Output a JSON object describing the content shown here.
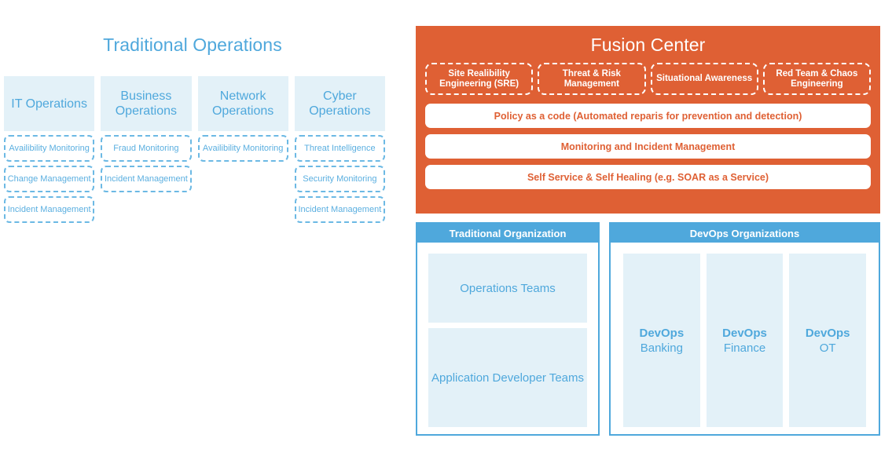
{
  "traditional_operations": {
    "title": "Traditional Operations",
    "columns": [
      {
        "header": "IT Operations",
        "subitems": [
          "Availibility Monitoring",
          "Change Management",
          "Incident Management"
        ]
      },
      {
        "header": "Business Operations",
        "subitems": [
          "Fraud Monitoring",
          "Incident Management"
        ]
      },
      {
        "header": "Network Operations",
        "subitems": [
          "Availibility Monitoring"
        ]
      },
      {
        "header": "Cyber Operations",
        "subitems": [
          "Threat Intelligence",
          "Security Monitoring",
          "Incident Management"
        ]
      }
    ]
  },
  "fusion_center": {
    "title": "Fusion Center",
    "pillars": [
      "Site Realibility Engineering (SRE)",
      "Threat & Risk Management",
      "Situational Awareness",
      "Red Team & Chaos Engineering"
    ],
    "bars": [
      "Policy as a code (Automated reparis for prevention and detection)",
      "Monitoring and Incident Management",
      "Self Service & Self Healing (e.g. SOAR as a Service)"
    ]
  },
  "traditional_organization": {
    "header": "Traditional Organization",
    "boxes": [
      "Operations Teams",
      "Application Developer Teams"
    ]
  },
  "devops_organizations": {
    "header": "DevOps Organizations",
    "boxes": [
      {
        "strong": "DevOps",
        "sub": "Banking"
      },
      {
        "strong": "DevOps",
        "sub": "Finance"
      },
      {
        "strong": "DevOps",
        "sub": "OT"
      }
    ]
  },
  "colors": {
    "accent_blue": "#4FA8DC",
    "light_blue_fill": "#E3F1F8",
    "dashed_blue": "#6CB9E4",
    "orange": "#DF6034",
    "white": "#FFFFFF"
  }
}
